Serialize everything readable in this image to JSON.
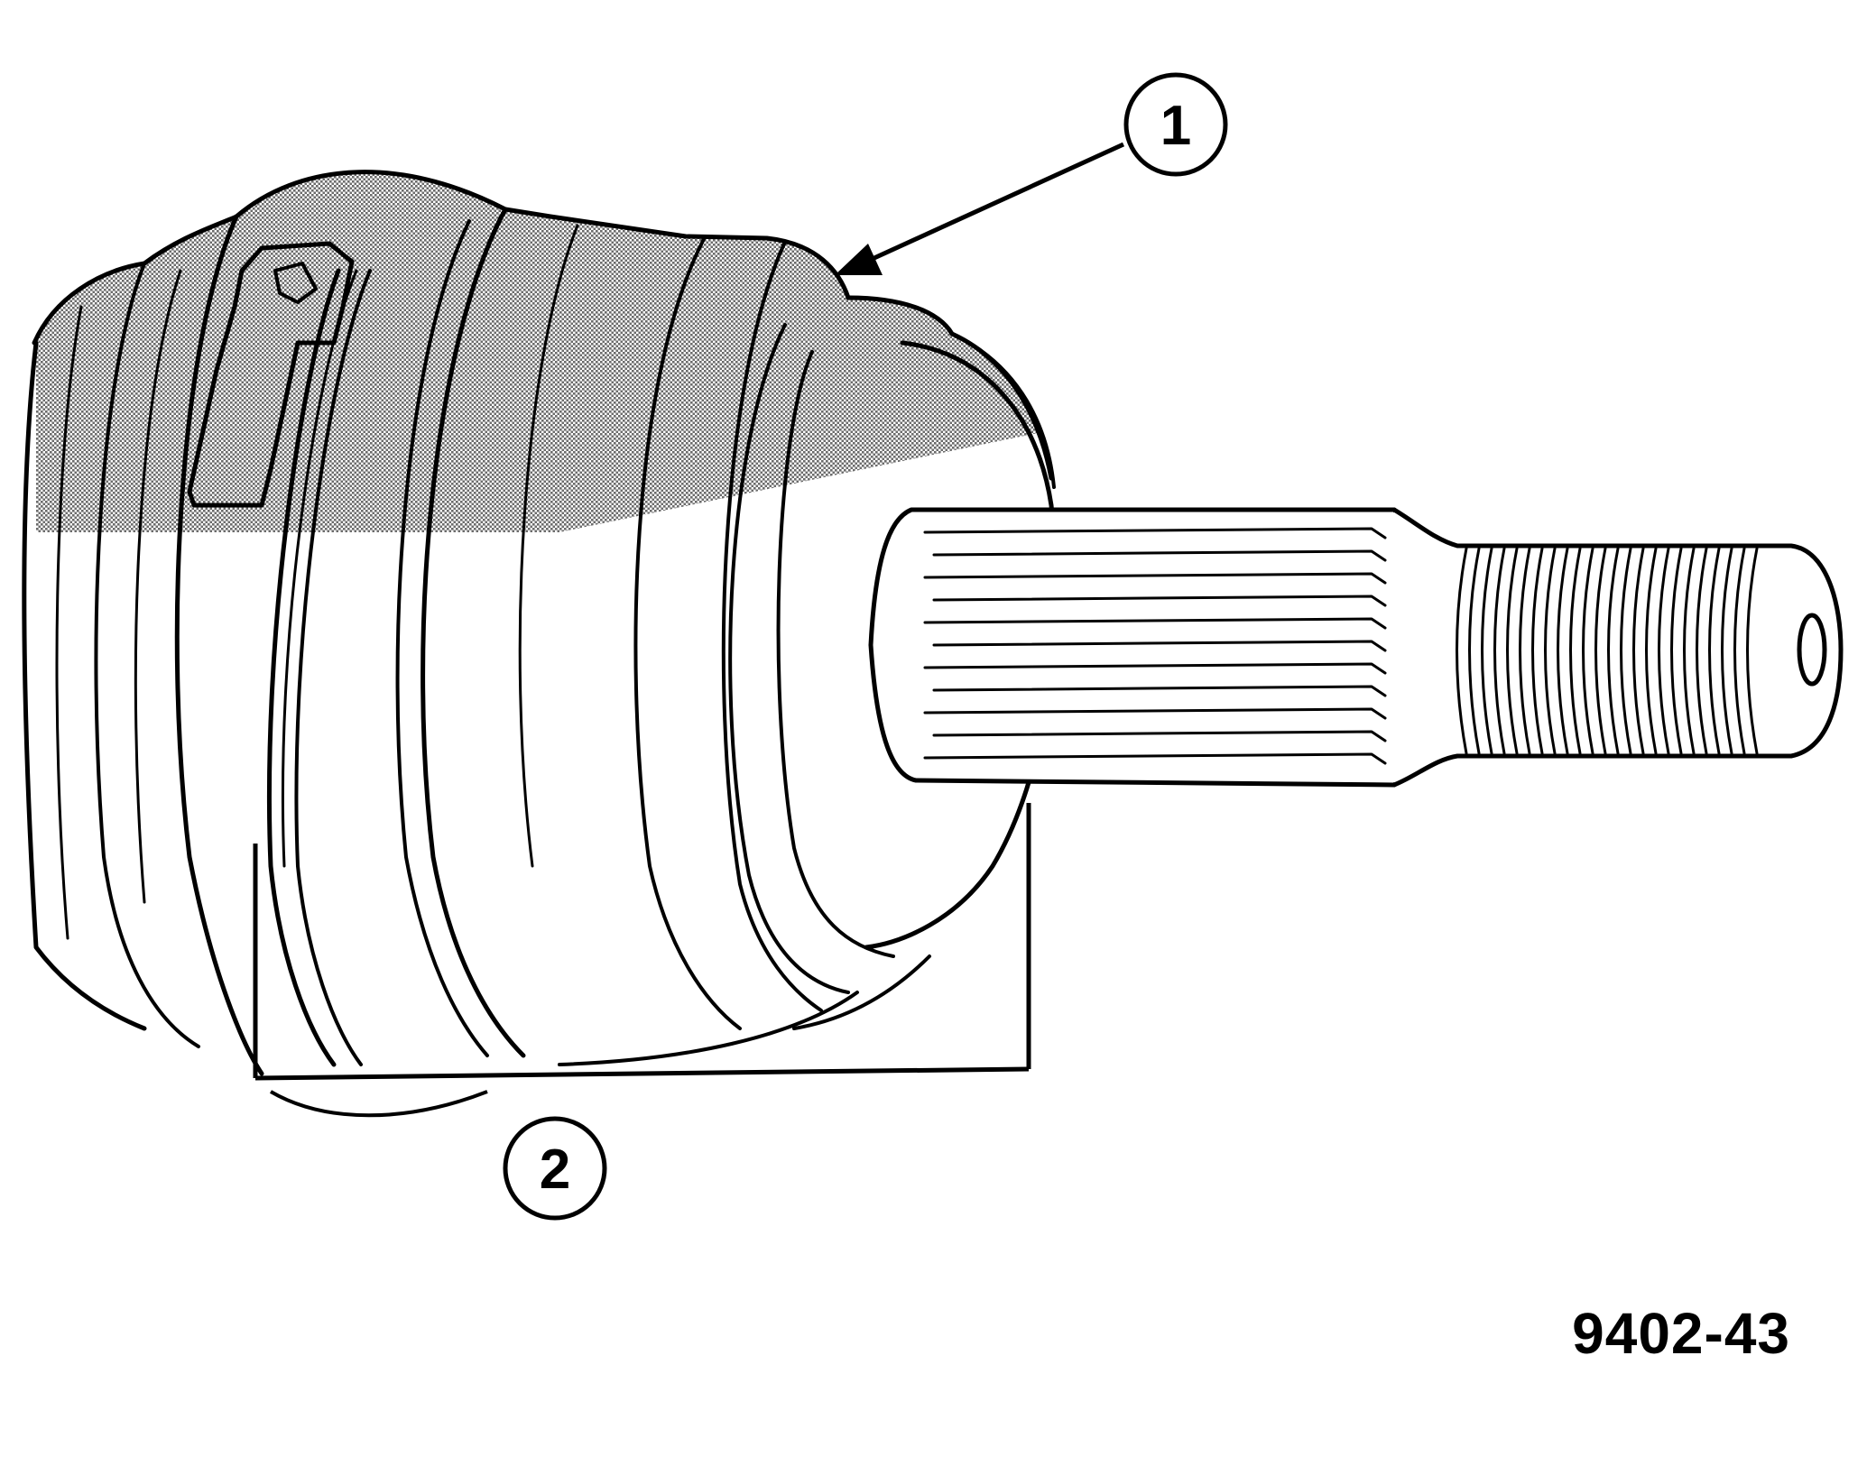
{
  "callouts": [
    {
      "label": "1"
    },
    {
      "label": "2"
    }
  ],
  "figure_id": "9402-43",
  "colors": {
    "ink": "#000000",
    "paper": "#ffffff",
    "shade": "#b4b4b4"
  }
}
